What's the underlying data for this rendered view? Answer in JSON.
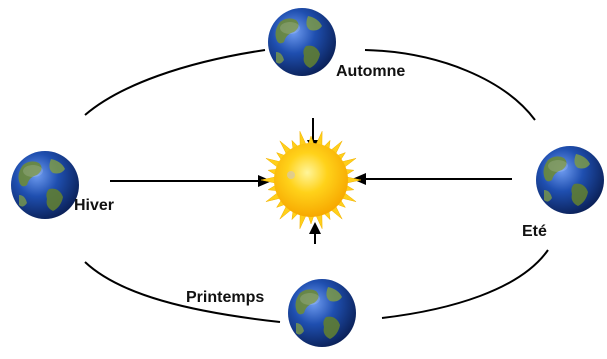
{
  "diagram": {
    "sun": {
      "icon": "sun-icon",
      "colors": {
        "core": "#f7a800",
        "rays": "#ffd21a",
        "highlight": "#fff59a"
      }
    },
    "earth": {
      "icon": "earth-globe-icon",
      "colors": {
        "ocean": "#1f4fb0",
        "land": "#6b8a3a",
        "shade": "#0a1f55"
      }
    },
    "orbit_color": "#000000",
    "seasons": {
      "automne": "Automne",
      "hiver": "Hiver",
      "ete": "Eté",
      "printemps": "Printemps"
    }
  }
}
